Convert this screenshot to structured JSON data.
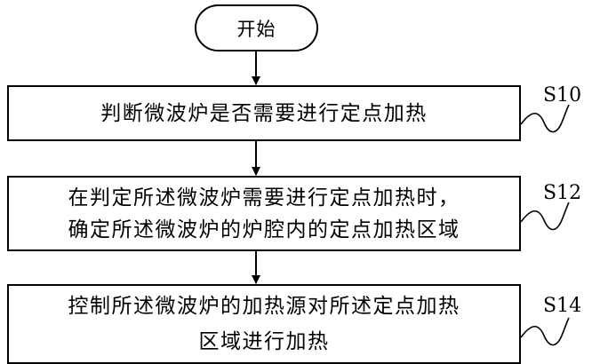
{
  "start": {
    "label": "开始"
  },
  "steps": [
    {
      "id": "S10",
      "lines": [
        "判断微波炉是否需要进行定点加热"
      ]
    },
    {
      "id": "S12",
      "lines": [
        "在判定所述微波炉需要进行定点加热时，",
        "确定所述微波炉的炉腔内的定点加热区域"
      ]
    },
    {
      "id": "S14",
      "lines": [
        "控制所述微波炉的加热源对所述定点加热",
        "区域进行加热"
      ]
    }
  ]
}
